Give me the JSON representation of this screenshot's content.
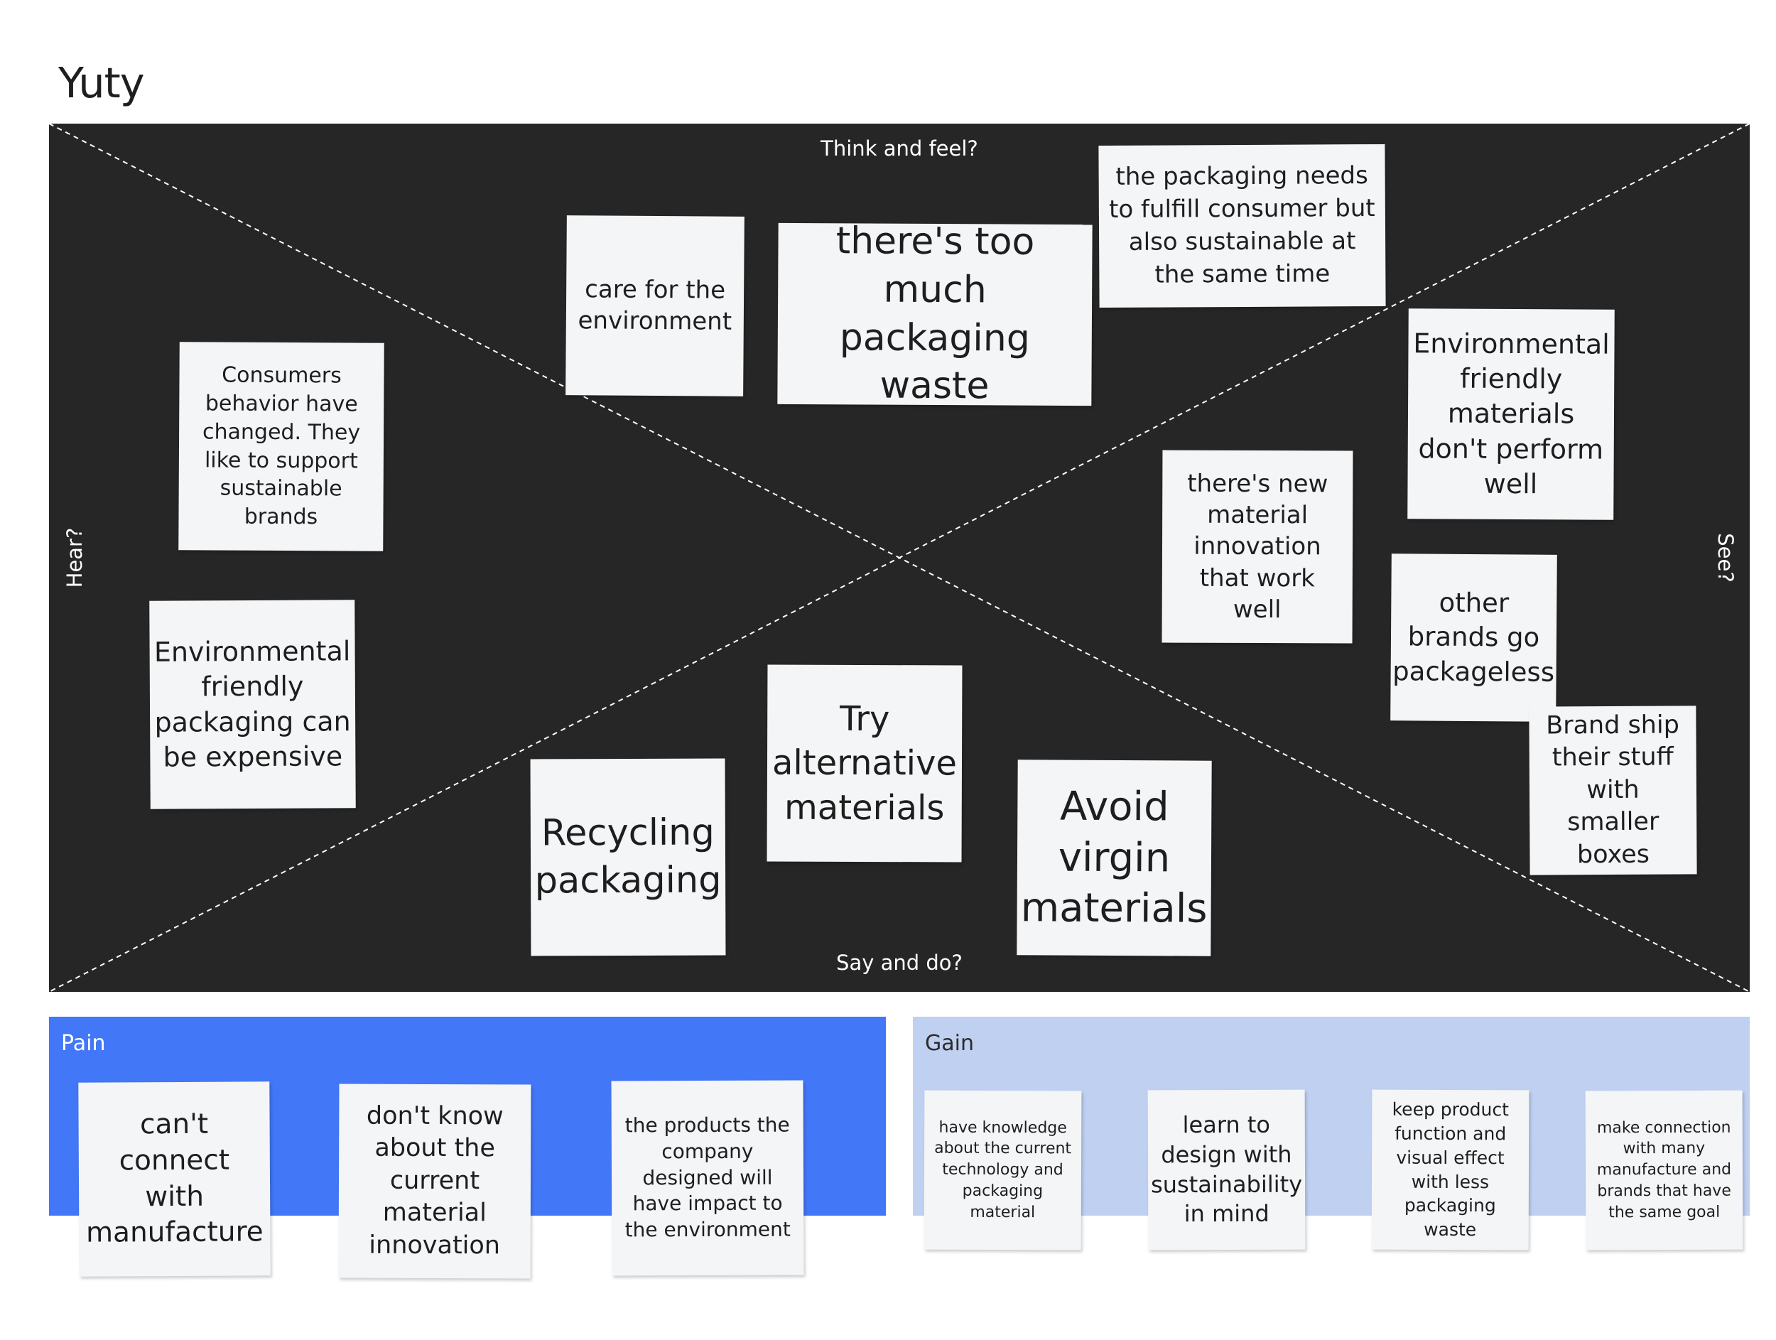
{
  "board": {
    "title": "Yuty"
  },
  "map": {
    "think_feel": "Think and feel?",
    "say_do": "Say and do?",
    "hear": "Hear?",
    "see": "See?"
  },
  "notes": {
    "care": "care for the environment",
    "too_much_waste": "there's too much packaging waste",
    "fulfill": "the packaging needs to fulfill consumer but also sustainable at the same time",
    "consumers_changed": "Consumers behavior have changed. They like to support sustainable brands",
    "expensive": "Environmental friendly packaging can be expensive",
    "dont_perform": "Environmental friendly materials don't perform well",
    "new_innovation": "there's new material innovation that work well",
    "packageless": "other brands go packageless",
    "smaller_boxes": "Brand ship their stuff with smaller boxes",
    "try_alternative": "Try alternative materials",
    "recycling": "Recycling packaging",
    "avoid_virgin": "Avoid virgin materials"
  },
  "pain": {
    "label": "Pain",
    "notes": [
      "can't connect with manufacture",
      "don't know about the current material innovation",
      "the products the company designed will have impact to the environment"
    ]
  },
  "gain": {
    "label": "Gain",
    "notes": [
      "have knowledge about the current technology and packaging material",
      "learn to design with sustainability in mind",
      "keep product function and visual effect with less packaging waste",
      "make connection with many manufacture and brands that have the same goal"
    ]
  },
  "colors": {
    "map_background": "#262626",
    "note": "#f4f5f7",
    "pain": "#4277f7",
    "gain": "#bfd0f1"
  }
}
